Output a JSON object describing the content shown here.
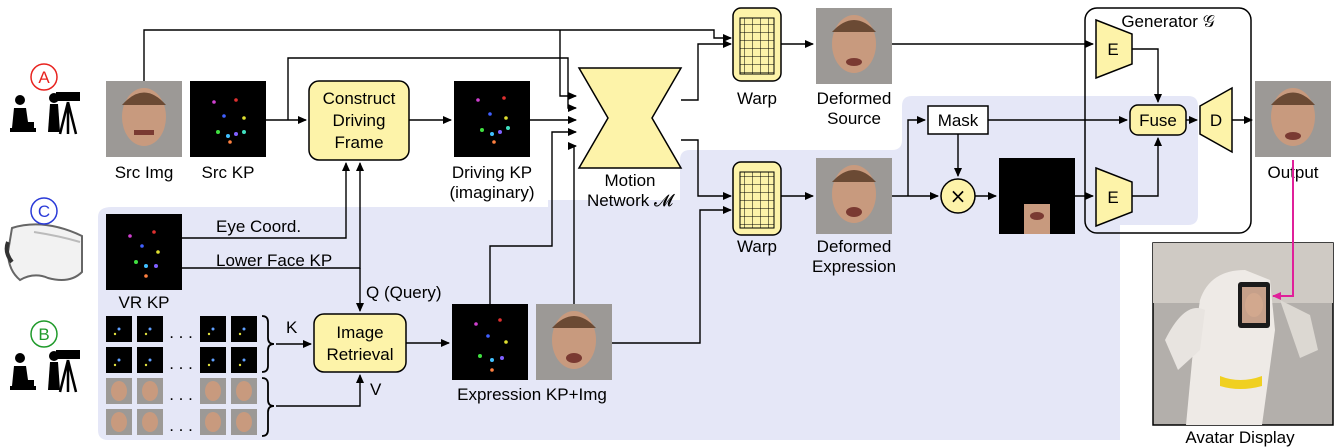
{
  "badges": {
    "a": "A",
    "b": "B",
    "c": "C"
  },
  "colors": {
    "badge_a": "#e8231f",
    "badge_b": "#1f9a2a",
    "badge_c": "#2a3ad8",
    "region_fill": "#e5e7f7",
    "block_fill": "#fdf3a9",
    "block_stroke": "#000000",
    "magenta": "#e0209a"
  },
  "labels": {
    "src_img": "Src Img",
    "src_kp": "Src KP",
    "construct_1": "Construct",
    "construct_2": "Driving",
    "construct_3": "Frame",
    "driving_kp_1": "Driving KP",
    "driving_kp_2": "(imaginary)",
    "motion_1": "Motion",
    "motion_2": "Network 𝓜",
    "warp_top": "Warp",
    "warp_bottom": "Warp",
    "deformed_source_1": "Deformed",
    "deformed_source_2": "Source",
    "deformed_expr_1": "Deformed",
    "deformed_expr_2": "Expression",
    "mask": "Mask",
    "times": "×",
    "fuse": "Fuse",
    "e_top": "E",
    "e_bottom": "E",
    "d": "D",
    "generator": "Generator 𝒢",
    "output": "Output",
    "eye_coord": "Eye Coord.",
    "lower_face_kp": "Lower Face KP",
    "vr_kp": "VR KP",
    "query": "Q (Query)",
    "key": "K",
    "value": "V",
    "retrieval_1": "Image",
    "retrieval_2": "Retrieval",
    "expression_kp_img": "Expression KP+Img",
    "dots": ". . .",
    "avatar_display": "Avatar Display"
  }
}
